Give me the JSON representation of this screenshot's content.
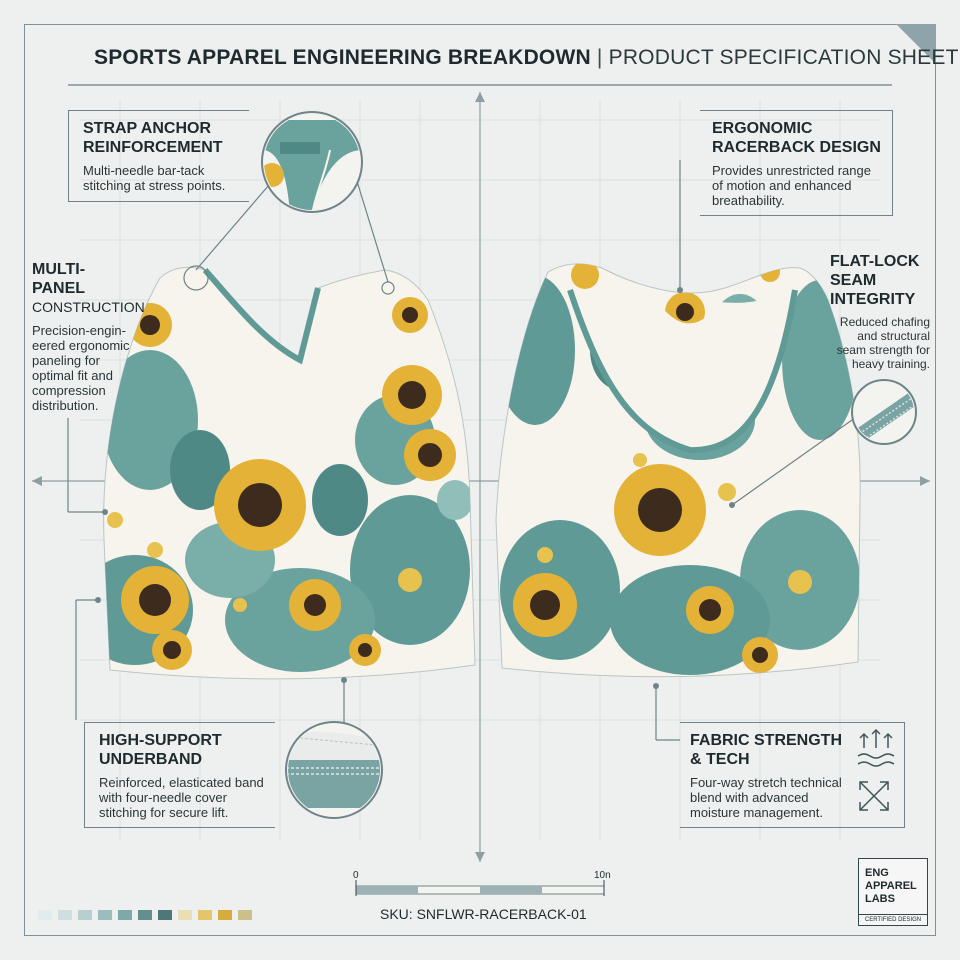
{
  "header": {
    "title": "SPORTS APPAREL ENGINEERING BREAKDOWN",
    "separator": "|",
    "subtitle": "PRODUCT SPECIFICATION SHEET"
  },
  "callouts": {
    "strap": {
      "heading_1": "STRAP ANCHOR",
      "heading_2": "REINFORCEMENT",
      "body_1": "Multi-needle bar-tack",
      "body_2": "stitching at stress points."
    },
    "racerback": {
      "heading_1": "ERGONOMIC",
      "heading_2": "RACERBACK DESIGN",
      "body_1": "Provides unrestricted range",
      "body_2": "of motion and enhanced",
      "body_3": "breathability."
    },
    "panel": {
      "heading_1": "MULTI-",
      "heading_2": "PANEL",
      "heading_3": "CONSTRUCTION",
      "body_1": "Precision-engin-",
      "body_2": "eered ergonomic",
      "body_3": "paneling for",
      "body_4": "optimal fit and",
      "body_5": "compression",
      "body_6": "distribution."
    },
    "seam": {
      "heading_1": "FLAT-LOCK",
      "heading_2": "SEAM",
      "heading_3": "INTEGRITY",
      "body_1": "Reduced chafing",
      "body_2": "and structural",
      "body_3": "seam strength for",
      "body_4": "heavy training."
    },
    "underband": {
      "heading_1": "HIGH-SUPPORT",
      "heading_2": "UNDERBAND",
      "body_1": "Reinforced, elasticated band",
      "body_2": "with four-needle cover",
      "body_3": "stitching for secure lift."
    },
    "fabric": {
      "heading_1": "FABRIC STRENGTH",
      "heading_2": "& TECH",
      "body_1": "Four-way stretch technical",
      "body_2": "blend with advanced",
      "body_3": "moisture management."
    }
  },
  "scale": {
    "start": "0",
    "end": "10n"
  },
  "sku": "SKU: SNFLWR-RACERBACK-01",
  "logo": {
    "line_1": "ENG",
    "line_2": "APPAREL",
    "line_3": "LABS",
    "caption": "CERTIFIED DESIGN"
  },
  "colors": {
    "teal": "#5f9a96",
    "teal_dark": "#3f7875",
    "sunflower": "#e4b236",
    "sunflower_center": "#3d2c1d",
    "ivory": "#f6f4ec",
    "frame": "#7f9196"
  },
  "palette": [
    "#e3ecec",
    "#cfdede",
    "#b7cfcf",
    "#9cbdbd",
    "#7fa8a8",
    "#638f8f",
    "#4d7778",
    "#eadfb4",
    "#e4c56a",
    "#d5ad3a",
    "#c9c08a"
  ]
}
